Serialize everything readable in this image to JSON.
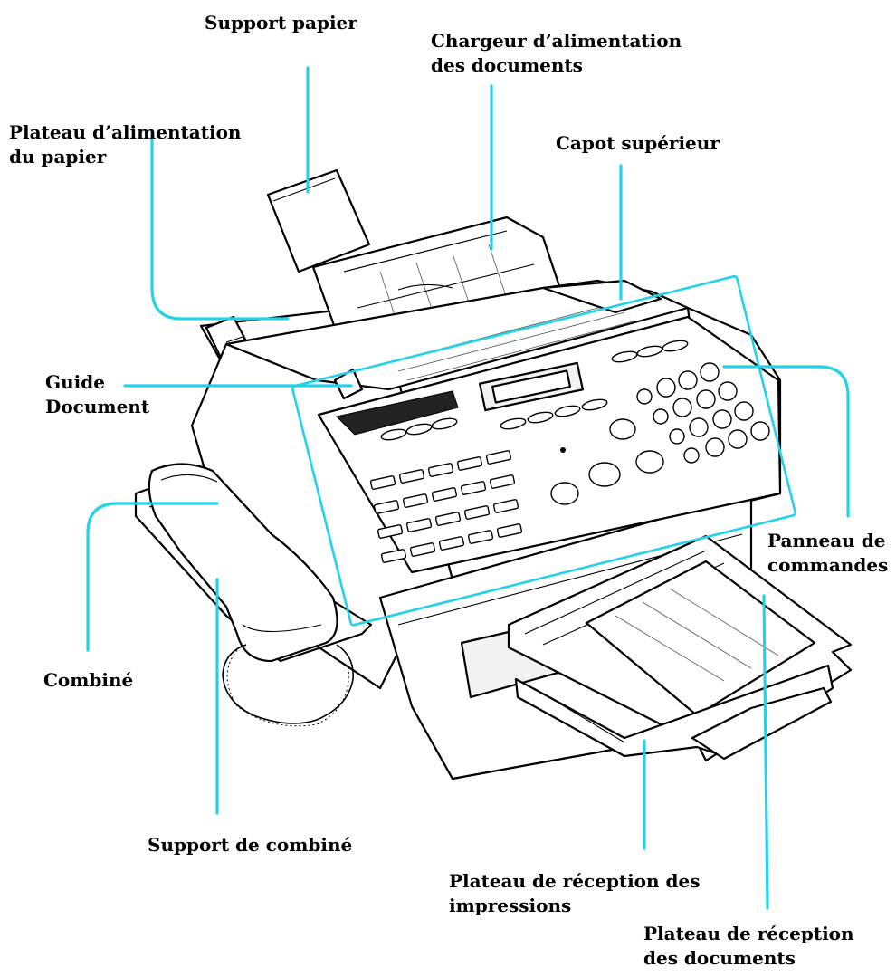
{
  "labels": {
    "support_papier": [
      "Support papier"
    ],
    "chargeur": [
      "Chargeur d’alimentation",
      "des documents"
    ],
    "plateau_papier": [
      "Plateau d’alimentation",
      "du papier"
    ],
    "capot": [
      "Capot supérieur"
    ],
    "guide": [
      "Guide",
      "Document"
    ],
    "panneau": [
      "Panneau de",
      "commandes"
    ],
    "combine": [
      "Combiné"
    ],
    "support_combine": [
      "Support de combiné"
    ],
    "plateau_impressions": [
      "Plateau de réception des",
      "impressions"
    ],
    "plateau_documents": [
      "Plateau de réception",
      "des documents"
    ]
  },
  "colors": {
    "leader": "#22d3e8",
    "ink": "#000000",
    "paper": "#ffffff"
  }
}
